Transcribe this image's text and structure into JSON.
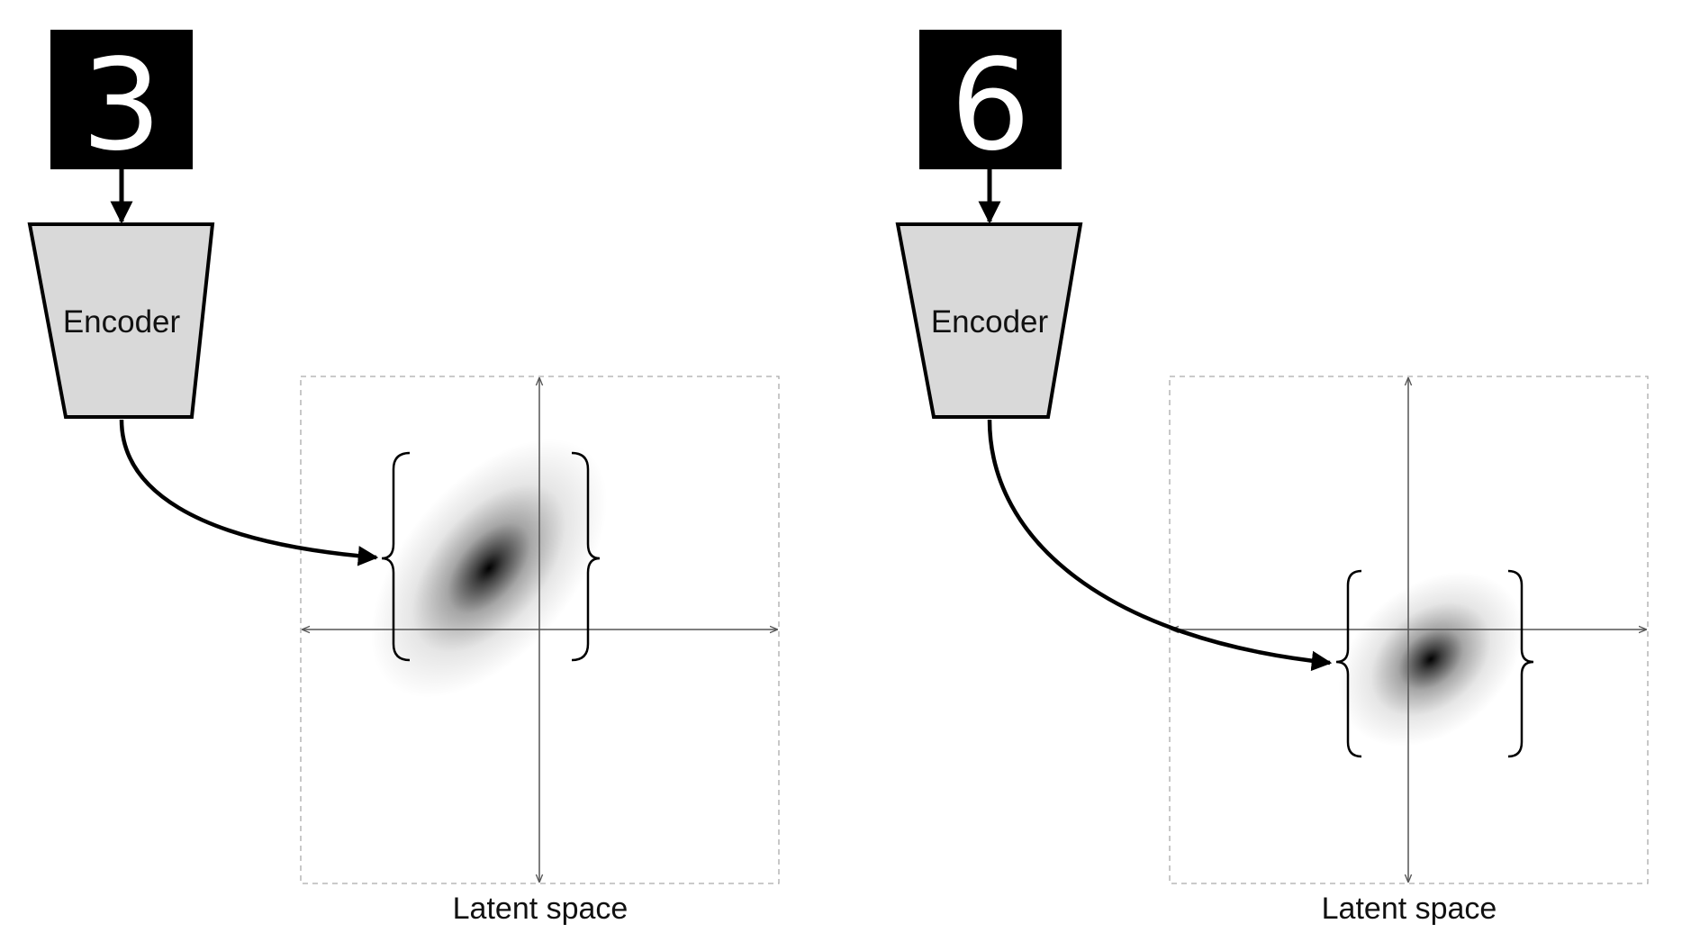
{
  "panels": [
    {
      "digit": "3",
      "encoder_label": "Encoder",
      "latent_label": "Latent space"
    },
    {
      "digit": "6",
      "encoder_label": "Encoder",
      "latent_label": "Latent space"
    }
  ],
  "colors": {
    "encoder_fill": "#d9d9d9",
    "stroke": "#000000",
    "image_bg": "#000000",
    "digit_color": "#ffffff",
    "axis": "#555555",
    "frame_dash": "#aaaaaa"
  }
}
